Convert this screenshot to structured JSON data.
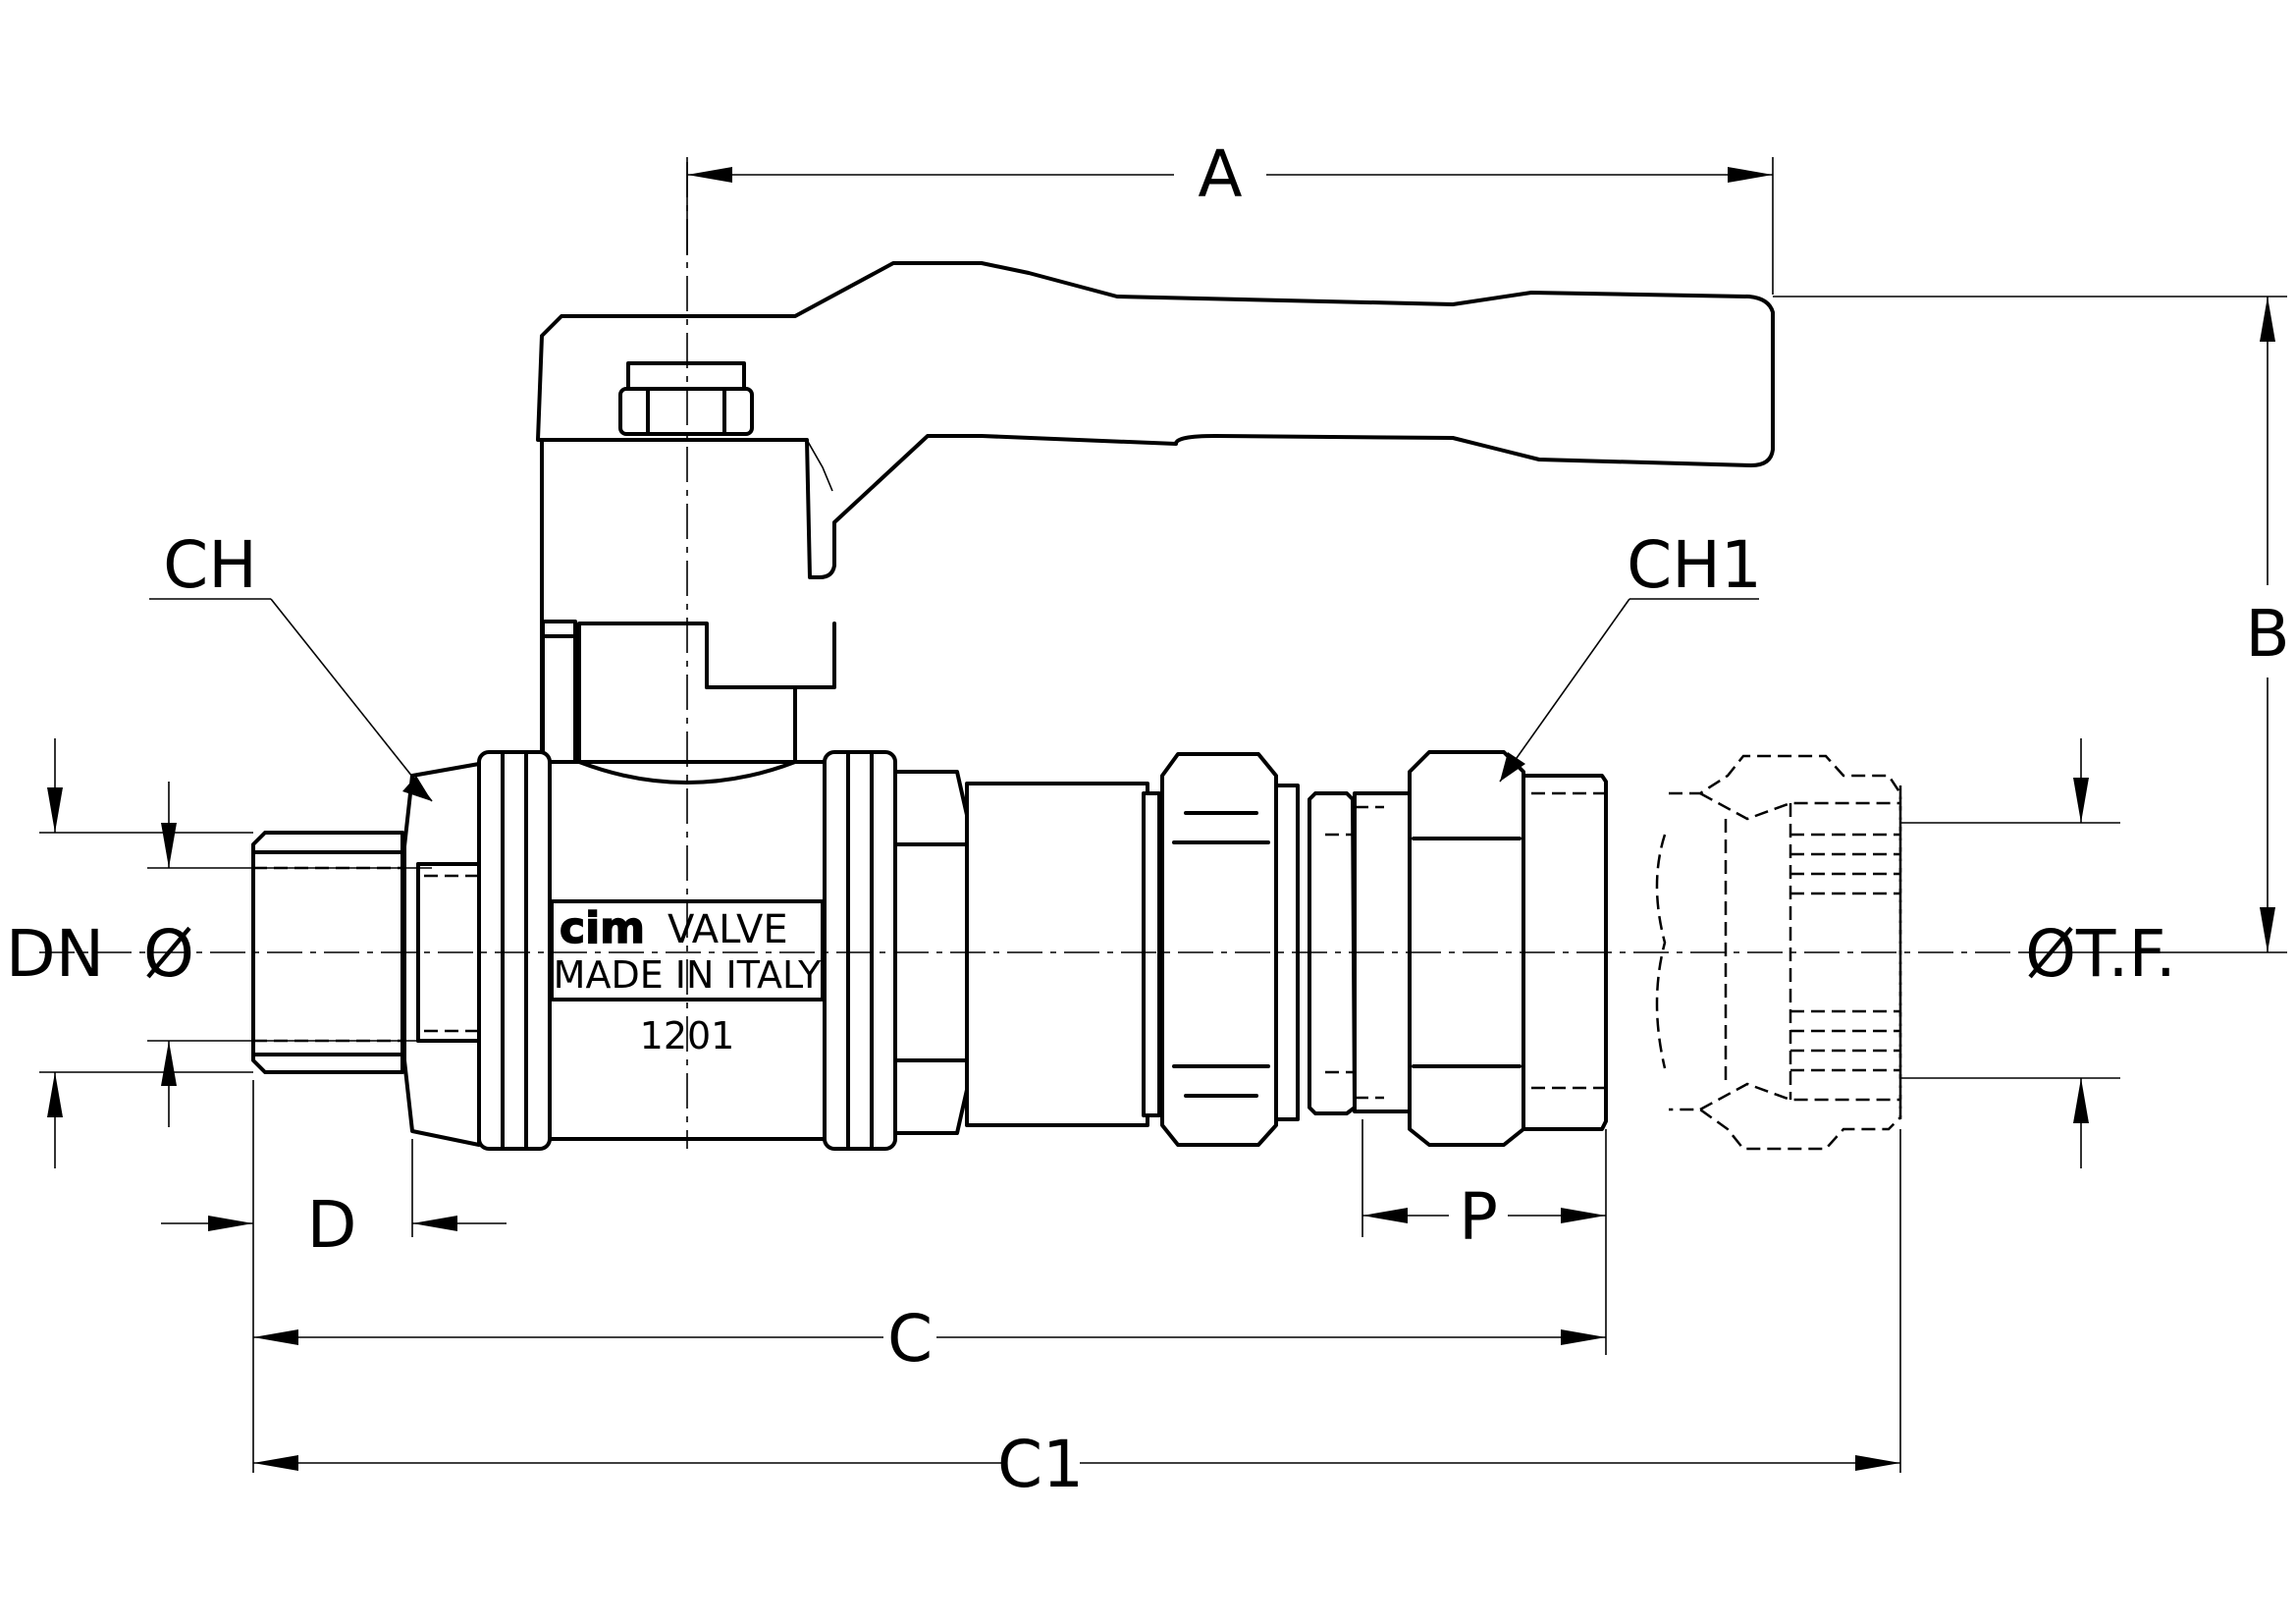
{
  "labels": {
    "A": "A",
    "B": "B",
    "C": "C",
    "C1": "C1",
    "D": "D",
    "P": "P",
    "DN": "DN",
    "diameter": "Ø",
    "CH": "CH",
    "CH1": "CH1",
    "tube_diameter": "ØT.F."
  },
  "body_marking": {
    "brand_left": "cim",
    "brand_right": "VALVE",
    "origin": "MADE IN ITALY",
    "code": "1201"
  }
}
